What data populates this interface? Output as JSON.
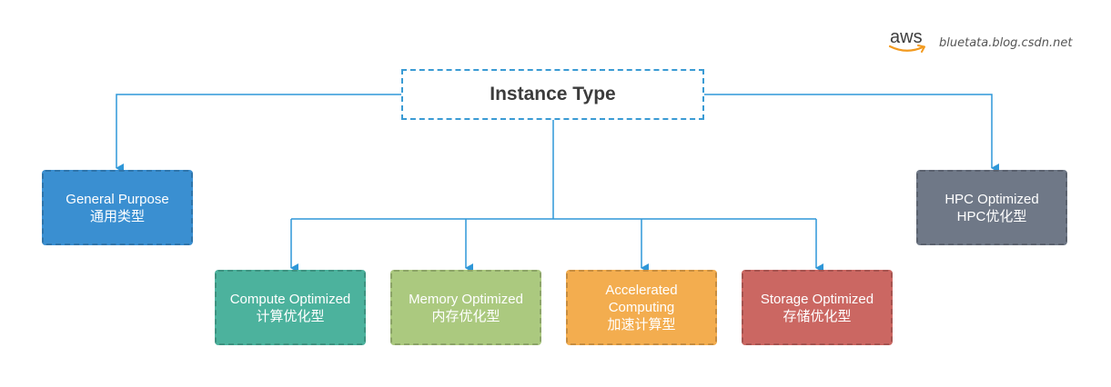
{
  "root": {
    "label": "Instance Type"
  },
  "brand": {
    "logo_text": "aws",
    "watermark": "bluetata.blog.csdn.net"
  },
  "nodes": [
    {
      "id": "general",
      "line1": "General Purpose",
      "line2": "通用类型",
      "color": "#3a8fd1"
    },
    {
      "id": "compute",
      "line1": "Compute Optimized",
      "line2": "计算优化型",
      "color": "#4cb29d"
    },
    {
      "id": "memory",
      "line1": "Memory Optimized",
      "line2": "内存优化型",
      "color": "#abc97f"
    },
    {
      "id": "accel",
      "line1": "Accelerated",
      "line1b": "Computing",
      "line2": "加速计算型",
      "color": "#f3ad4f"
    },
    {
      "id": "storage",
      "line1": "Storage Optimized",
      "line2": "存储优化型",
      "color": "#cb6762"
    },
    {
      "id": "hpc",
      "line1": "HPC Optimized",
      "line2": "HPC优化型",
      "color": "#6f7887"
    }
  ],
  "colors": {
    "connector": "#2e97d8",
    "root_border": "#3a9bd4",
    "aws_smile": "#f29a1f"
  }
}
